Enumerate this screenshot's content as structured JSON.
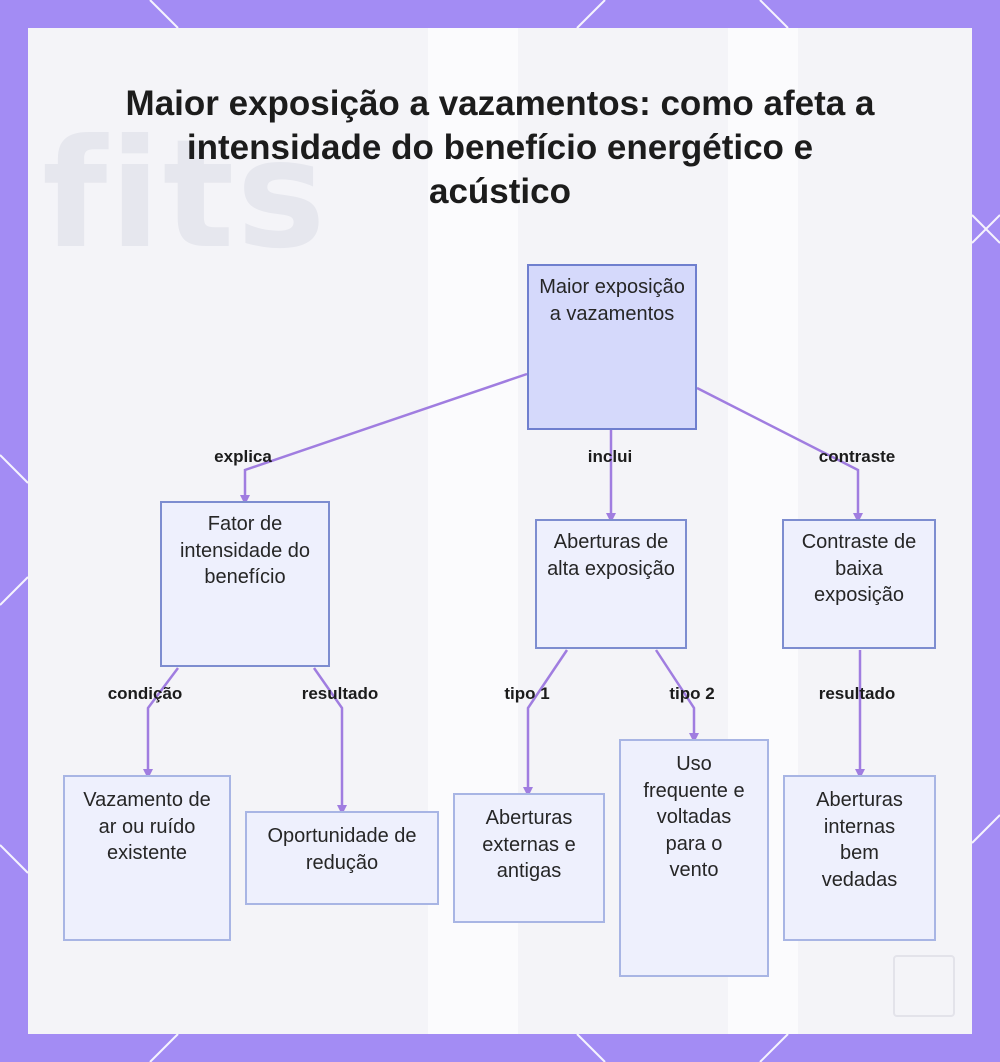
{
  "title": "Maior exposição a vazamentos: como afeta a intensidade do benefício energético e acústico",
  "background_word": "fits",
  "colors": {
    "frame": "#a38cf4",
    "panel": "#f4f4f8",
    "edge": "#a07de0",
    "root_fill": "#d5d9fb",
    "node_fill": "#eef0fd",
    "node_border": "#a8b5e4"
  },
  "nodes": {
    "root": "Maior exposição a vazamentos",
    "fator": "Fator de intensidade do benefício",
    "aberturas_alta": "Aberturas de alta exposição",
    "contraste": "Contraste de baixa exposição",
    "vazamento": "Vazamento de ar ou ruído existente",
    "oportunidade": "Oportunidade de redução",
    "externas": "Aberturas externas e antigas",
    "uso": "Uso frequente e voltadas para o vento",
    "internas": "Aberturas internas bem vedadas"
  },
  "edges": {
    "explica": "explica",
    "inclui": "inclui",
    "contraste": "contraste",
    "condicao": "condição",
    "resultado_1": "resultado",
    "tipo_1": "tipo 1",
    "tipo_2": "tipo 2",
    "resultado_2": "resultado"
  }
}
